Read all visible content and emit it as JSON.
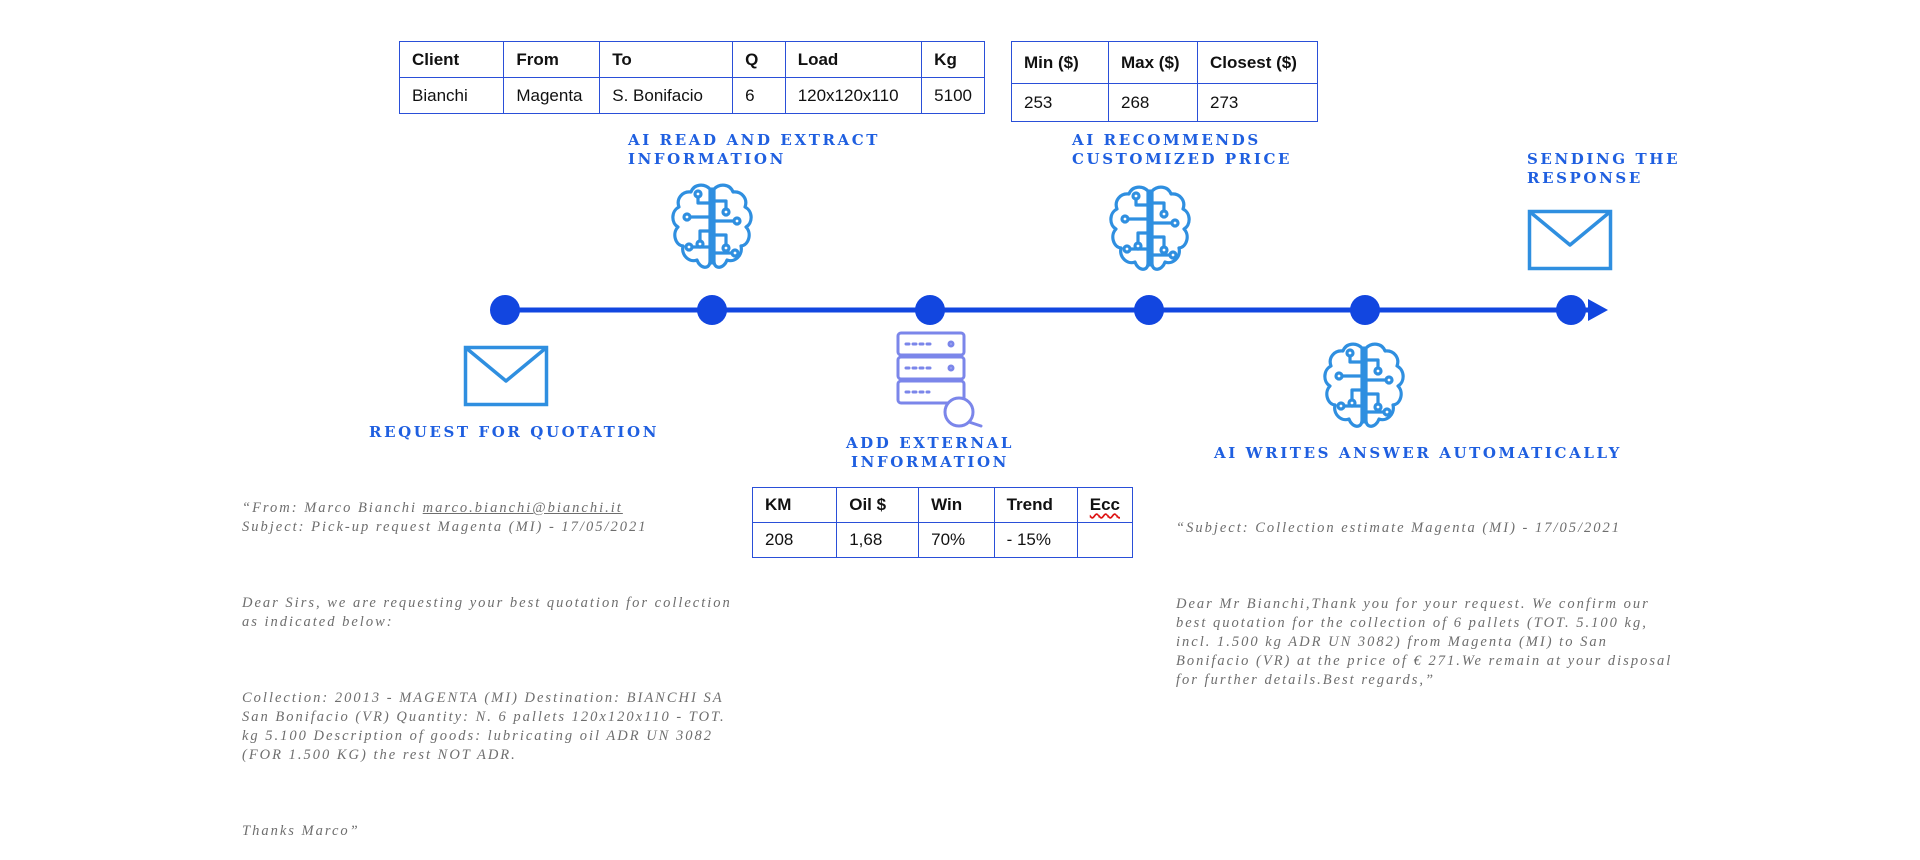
{
  "colors": {
    "accent": "#1246e0",
    "label": "#1f5fe0",
    "icon": "#2f8fe0",
    "table_border": "#2a4fd8",
    "email_text": "#6e6e6e"
  },
  "labels": {
    "request": "REQUEST FOR QUOTATION",
    "ai_read_1": "AI READ AND EXTRACT",
    "ai_read_2": "INFORMATION",
    "add_ext_1": "ADD EXTERNAL",
    "add_ext_2": "INFORMATION",
    "ai_rec_1": "AI RECOMMENDS",
    "ai_rec_2": "CUSTOMIZED PRICE",
    "ai_writes": "AI WRITES ANSWER AUTOMATICALLY",
    "sending_1": "SENDING THE",
    "sending_2": "RESPONSE"
  },
  "icons": {
    "request": "envelope-icon",
    "ai_read": "brain-circuit-icon",
    "add_ext": "database-search-icon",
    "ai_rec": "brain-circuit-icon",
    "ai_writes": "brain-circuit-icon",
    "sending": "envelope-icon"
  },
  "extract_table": {
    "headers": [
      "Client",
      "From",
      "To",
      "Q",
      "Load",
      "Kg"
    ],
    "row": [
      "Bianchi",
      "Magenta",
      "S. Bonifacio",
      "6",
      "120x120x110",
      "5100"
    ]
  },
  "price_table": {
    "headers": [
      "Min ($)",
      "Max ($)",
      "Closest ($)"
    ],
    "row": [
      "253",
      "268",
      "273"
    ]
  },
  "external_table": {
    "headers": [
      "KM",
      "Oil $",
      "Win",
      "Trend",
      "Ecc"
    ],
    "row": [
      "208",
      "1,68",
      "70%",
      "- 15%",
      ""
    ]
  },
  "request_email": {
    "from_prefix": "“From: Marco Bianchi ",
    "from_email": "marco.bianchi@bianchi.it",
    "subject": "Subject: Pick-up request Magenta (MI) - 17/05/2021",
    "body1": "Dear Sirs, we are requesting your best quotation for collection as indicated below:",
    "body2": "Collection: 20013 - MAGENTA (MI) Destination: BIANCHI SA San Bonifacio (VR) Quantity: N. 6 pallets 120x120x110 - TOT. kg 5.100 Description of goods: lubricating oil ADR UN 3082 (FOR 1.500 KG) the rest NOT ADR.",
    "thanks": "Thanks Marco”"
  },
  "response_email": {
    "subject": "“Subject: Collection estimate Magenta (MI) - 17/05/2021",
    "body": "Dear Mr Bianchi,Thank you for your request. We confirm our best quotation for the collection of 6 pallets (TOT. 5.100 kg, incl. 1.500 kg ADR UN 3082) from Magenta (MI) to San Bonifacio (VR) at the price of € 271.We remain at your disposal for further details.Best regards,”"
  }
}
